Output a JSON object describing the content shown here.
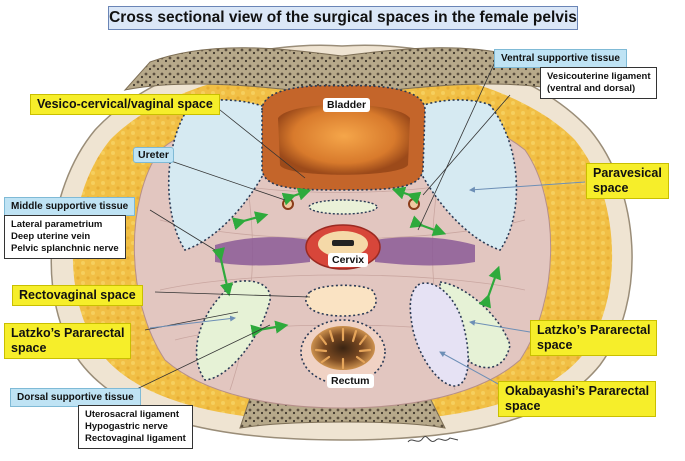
{
  "title": "Cross sectional view of the surgical spaces in the female pelvis",
  "organs": {
    "bladder": "Bladder",
    "ureter": "Ureter",
    "cervix": "Cervix",
    "rectum": "Rectum"
  },
  "spaces": {
    "vesico_cervical": "Vesico-cervical/vaginal space",
    "paravesical_line1": "Paravesical",
    "paravesical_line2": "space",
    "rectovaginal": "Rectovaginal space",
    "latzko_left_line1": "Latzko’s Pararectal",
    "latzko_left_line2": "space",
    "latzko_right_line1": "Latzko’s Pararectal",
    "latzko_right_line2": "space",
    "okabayashi_line1": "Okabayashi’s Pararectal",
    "okabayashi_line2": "space"
  },
  "supportive": {
    "ventral": "Ventral supportive tissue",
    "ventral_items": [
      "Vesicouterine ligament",
      "(ventral and dorsal)"
    ],
    "middle": "Middle supportive tissue",
    "middle_items": [
      "Lateral parametrium",
      "Deep uterine vein",
      "Pelvic splanchnic nerve"
    ],
    "dorsal": "Dorsal supportive tissue",
    "dorsal_items": [
      "Uterosacral ligament",
      "Hypogastric nerve",
      "Rectovaginal ligament"
    ]
  },
  "colors": {
    "fat": "#f3c24a",
    "muscle": "#d9a9b0",
    "space_blue": "#d6eaf2",
    "space_green": "#e6f2d6",
    "bladder_wall": "#c4652a",
    "rectum": "#c77a3a",
    "highlight_yellow": "#f6ee2a",
    "arrow_green": "#2eaa3c"
  }
}
